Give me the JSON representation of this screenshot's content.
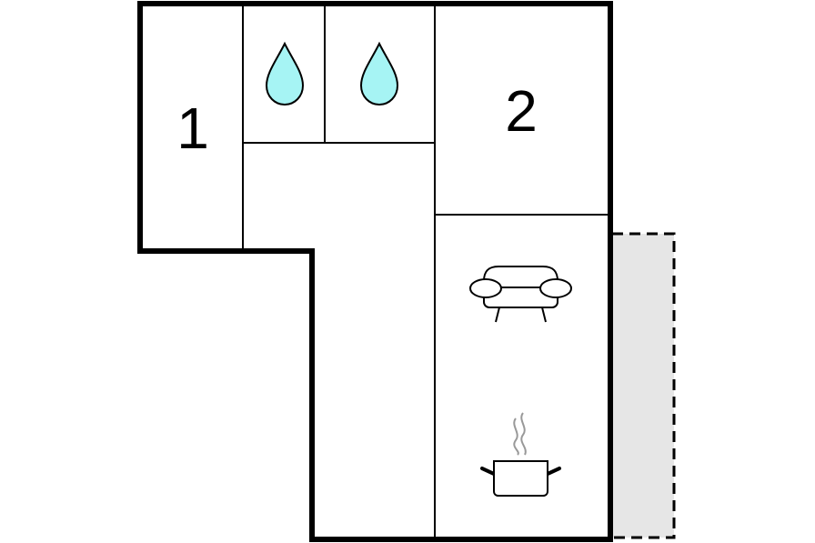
{
  "floor_plan": {
    "rooms": [
      {
        "id": "bedroom-1",
        "label": "1"
      },
      {
        "id": "bedroom-2",
        "label": "2"
      },
      {
        "id": "bathroom-a",
        "fixture": "water-drop-icon"
      },
      {
        "id": "bathroom-b",
        "fixture": "water-drop-icon"
      },
      {
        "id": "hallway"
      },
      {
        "id": "living-kitchen",
        "fixtures": [
          "sofa-icon",
          "cooking-pot-icon"
        ]
      }
    ],
    "terrace": {
      "style": "dashed",
      "fill": "#e6e6e6"
    },
    "colors": {
      "wall": "#000000",
      "water_drop": "#a6f4f4",
      "steam": "#999999",
      "terrace_fill": "#e6e6e6"
    }
  }
}
